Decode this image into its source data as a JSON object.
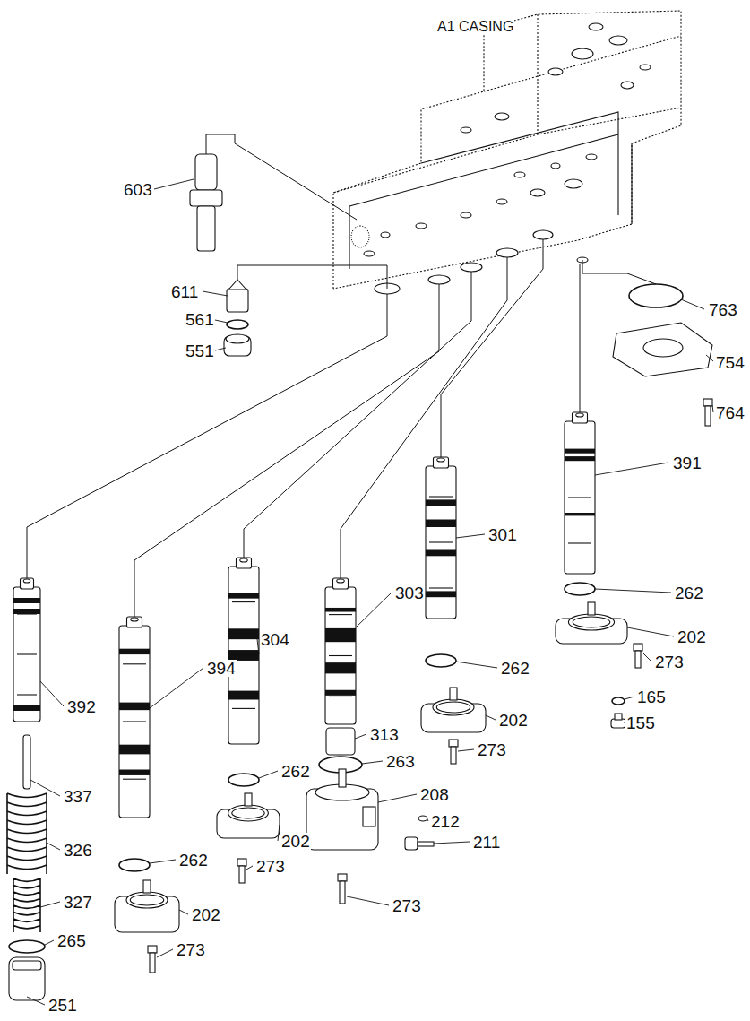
{
  "diagram": {
    "labels": [
      "A1 CASING",
      "603",
      "611",
      "561",
      "551",
      "763",
      "754",
      "764",
      "391",
      "301",
      "303",
      "304",
      "394",
      "392",
      "262",
      "202",
      "273",
      "165",
      "155",
      "262",
      "202",
      "273",
      "313",
      "263",
      "208",
      "212",
      "211",
      "273",
      "262",
      "202",
      "273",
      "337",
      "262",
      "202",
      "273",
      "326",
      "327",
      "265",
      "251"
    ]
  }
}
